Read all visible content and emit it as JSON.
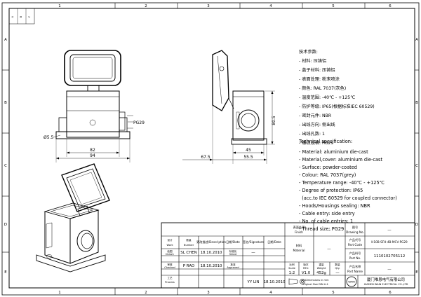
{
  "frame": {
    "top_cols": [
      "1",
      "2",
      "3",
      "4",
      "5",
      "6"
    ],
    "bottom_cols": [
      "1",
      "2",
      "3",
      "4",
      "5",
      "6"
    ],
    "side_rows": [
      "A",
      "B",
      "C",
      "D",
      "E"
    ],
    "corner_a": "A",
    "corner_b": "B",
    "corner_c": "C"
  },
  "front_view": {
    "dim_width_inner": "82",
    "dim_width_outer": "94",
    "dim_hole": "Ø5.5",
    "dim_thread": "PG29"
  },
  "side_view": {
    "dim_height": "80.5",
    "dim_45": "45",
    "dim_55": "55.5",
    "dim_67": "67.5"
  },
  "tech_cn": {
    "title": "技术参数:",
    "lines": [
      "- 材料: 压铸铝",
      "- 盖子材料: 压铸铝",
      "- 表面处理: 粉末喷涂",
      "- 颜色: RAL 7037(灰色)",
      "- 温度范围: -40℃ - +125℃",
      "- 防护等级: IP65(根据标准IEC 60529)",
      "- 密封元件: NBR",
      "- 出线方向: 侧出线",
      "- 出线孔数: 1",
      "- 螺纹规格: PG29"
    ]
  },
  "tech_en": {
    "title": "Technical specification:",
    "lines": [
      "- Material: aluminium die-cast",
      "- Material,cover: aluminium die-cast",
      "- Surface: powder-coated",
      "- Colour: RAL 7037(grey)",
      "- Temperature range: -40℃ - +125℃",
      "- Degree of protection: IP65",
      "  (acc.to IEC 60529 for coupled connector)",
      "- Hoods/Housings sealing: NBR",
      "- Cable entry: side entry",
      "- No. of cable entries: 1",
      "- Thread size: PG29"
    ]
  },
  "title_block": {
    "finish_cn": "表面处理",
    "finish_en": "Finish",
    "finish_val": "—",
    "material_cn": "材料",
    "material_en": "Material",
    "material_val": "—",
    "drawing_no_cn": "图号",
    "drawing_no_en": "Drawing No.",
    "drawing_no_val": "—",
    "part_code_cn": "产品代号",
    "part_code_en": "Part Code",
    "part_code_val": "H10B-SFH-4B-MCV-PG29",
    "port_no_cn": "产品料号",
    "port_no_en": "Port No.",
    "port_no_val": "1110102705112",
    "port_name_cn": "产品名称",
    "port_name_en": "Port Name",
    "port_name_val": "—",
    "work_cn": "设计",
    "work_en": "Work",
    "number_cn": "数量",
    "number_en": "Number",
    "description_label": "更改描述/Description",
    "date_label": "日期/Date",
    "signature_label": "签名/Signature",
    "date2_label": "日期/Date",
    "drawn_cn": "绘图",
    "drawn_en": "Drawn",
    "drawn_name": "SL CHEN",
    "drawn_date": "18.10.2010",
    "checked_cn": "审核",
    "checked_en": "Checked",
    "checked_name": "P RAO",
    "checked_date": "18.10.2010",
    "process_cn": "工艺",
    "process_en": "Process",
    "process_name": "YY LIN",
    "process_date": "18.10.2010",
    "stand_cn": "标准化",
    "stand_en": "Stand",
    "stand_val": "—",
    "approved_cn": "批准",
    "approved_en": "Approved",
    "scale_cn": "比例",
    "scale_en": "Scale",
    "scale_val": "1:2",
    "rev_cn": "版本",
    "rev_en": "REV.",
    "rev_val": "V1.0",
    "weight_cn": "重量",
    "weight_en": "Weight",
    "weight_val": "452g",
    "qty_cn": "数量",
    "qty_en": "Qty.",
    "qty_val": "—",
    "dims_note_1": "All Dimensions in mm",
    "dims_note_2": "Original Size DIN A 4",
    "company_cn": "厦门唯恩电气有限公司",
    "company_en": "XIAMEN WAIN ELECTRICAL CO.,LTD",
    "logo_text": "WAIN"
  }
}
